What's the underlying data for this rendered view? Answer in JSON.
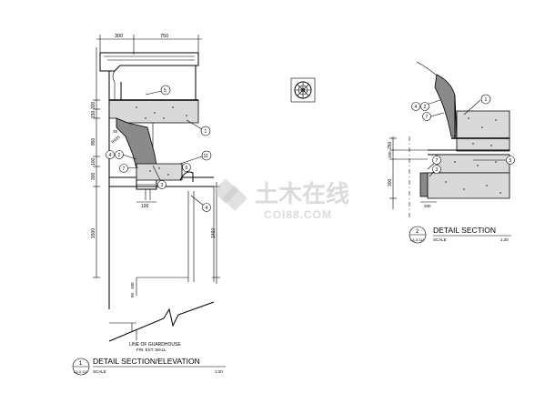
{
  "detail1": {
    "number": "1",
    "sheet": "L3-3.111",
    "title": "DETAIL SECTION/ELEVATION",
    "scale_label": "SCALE",
    "scale_value": "1:20",
    "note_line1": "LINE OF GUARDHOUSE",
    "note_line2": "FIN. EXT. WALL",
    "dims": {
      "top_a": "300",
      "top_b": "750",
      "v_300": "300",
      "v_150": "150",
      "v_850": "850",
      "v_100": "100",
      "v_300b": "300",
      "v_1500": "1500",
      "v_1460": "1460",
      "h_25": "25",
      "h_100": "100",
      "h_r": "R925",
      "v_100b": "100",
      "v_50": "50"
    },
    "callouts": [
      "5",
      "1",
      "4",
      "2",
      "7",
      "3",
      "11",
      "6",
      "4"
    ]
  },
  "detail2": {
    "number": "2",
    "sheet": "L3-3.111",
    "title": "DETAIL SECTION",
    "scale_label": "SCALE",
    "scale_value": "1:20",
    "dims": {
      "v_250": "250",
      "v_100": "100",
      "v_300": "300",
      "h_200": "200"
    },
    "callouts": [
      "4",
      "2",
      "7",
      "1",
      "7",
      "3",
      "5"
    ]
  },
  "watermark": {
    "main": "土木在线",
    "sub": "COI88.COM"
  }
}
